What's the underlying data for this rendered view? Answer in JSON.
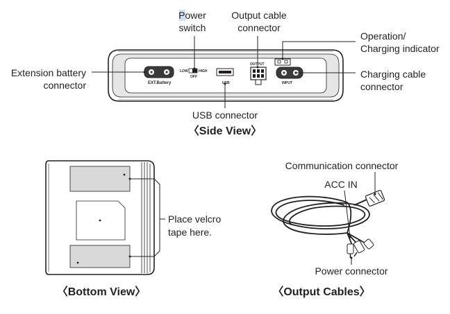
{
  "side_view": {
    "labels": {
      "power_switch_1": "Power",
      "power_switch_2": "switch",
      "output_cable_1": "Output cable",
      "output_cable_2": "connector",
      "operation_1": "Operation/",
      "operation_2": "Charging indicator",
      "ext_battery_1": "Extension battery",
      "ext_battery_2": "connector",
      "charging_cable_1": "Charging cable",
      "charging_cable_2": "connector",
      "usb_connector": "USB connector"
    },
    "device_text": {
      "ext_battery": "EXT.Battery",
      "low": "LOW",
      "off": "OFF",
      "high": "HIGH",
      "usb": "USB",
      "output": "OUTPUT",
      "input": "INPUT"
    },
    "caption": "〈Side View〉"
  },
  "bottom_view": {
    "velcro_1": "Place velcro",
    "velcro_2": "tape here.",
    "caption": "〈Bottom View〉"
  },
  "output_cables": {
    "communication": "Communication connector",
    "acc_in": "ACC IN",
    "power": "Power connector",
    "caption": "〈Output Cables〉"
  }
}
